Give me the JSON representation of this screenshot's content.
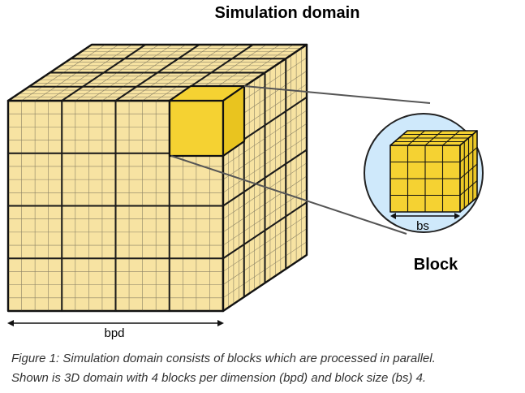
{
  "diagram": {
    "title": "Simulation domain",
    "block_label": "Block",
    "bpd_label": "bpd",
    "bs_label": "bs"
  },
  "caption": {
    "line1": "Figure 1: Simulation domain consists of blocks which are processed in parallel.",
    "line2": "Shown is 3D domain with 4 blocks per dimension (bpd) and block size (bs) 4."
  },
  "colors": {
    "cube_fill": "#f7e3a2",
    "cube_highlight": "#f5d232",
    "inset_circle": "#cfe9fb",
    "inset_cube": "#f5d232",
    "line": "#111111",
    "callout_line": "#555555"
  }
}
